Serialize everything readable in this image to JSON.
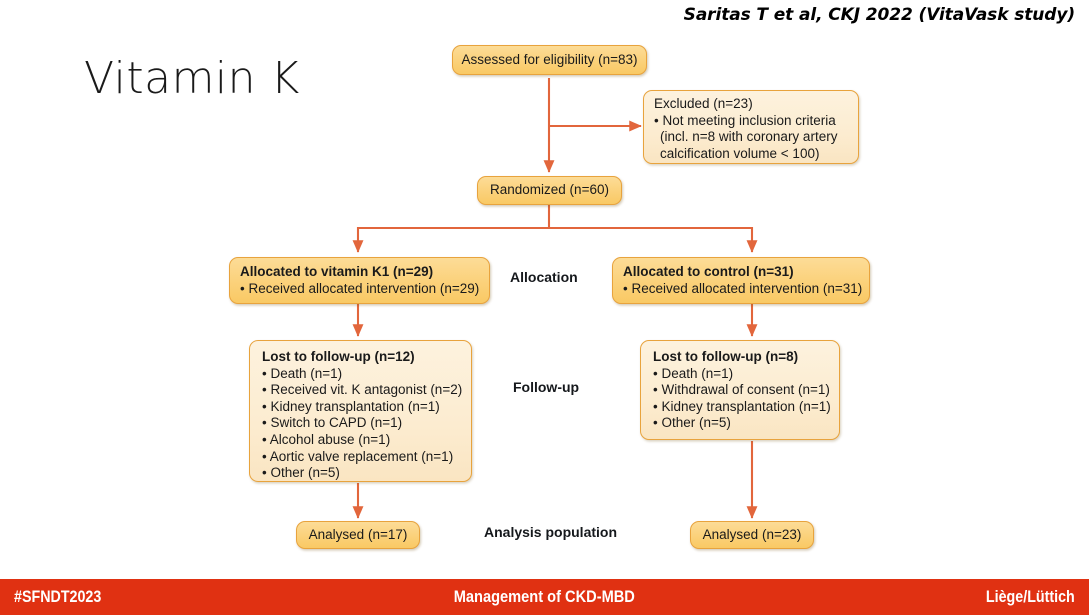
{
  "slide": {
    "citation": "Saritas T et al, CKJ 2022 (VitaVask study)",
    "title": "Vitamin K"
  },
  "colors": {
    "box_gold": "#fbd37c",
    "box_cream": "#fdeed5",
    "box_border": "#e8a33d",
    "connector": "#e2663c",
    "footer_bg": "#e03112",
    "footer_text": "#ffffff",
    "text": "#1a1a1a"
  },
  "flow": {
    "type": "consort-flow-diagram",
    "assessed": {
      "label": "Assessed for eligibility (n=83)",
      "n": 83
    },
    "excluded": {
      "heading": "Excluded (n=23)",
      "n": 23,
      "items": [
        "• Not meeting inclusion criteria",
        "(incl. n=8 with coronary artery",
        "calcification volume < 100)"
      ]
    },
    "randomized": {
      "label": "Randomized (n=60)",
      "n": 60
    },
    "allocation_left": {
      "heading": "Allocated to vitamin K1 (n=29)",
      "n": 29,
      "items": [
        "• Received allocated intervention (n=29)"
      ]
    },
    "allocation_right": {
      "heading": "Allocated to control (n=31)",
      "n": 31,
      "items": [
        "• Received allocated intervention (n=31)"
      ]
    },
    "followup_left": {
      "heading": "Lost to follow-up (n=12)",
      "n": 12,
      "items": [
        "• Death (n=1)",
        "• Received vit. K antagonist (n=2)",
        "• Kidney transplantation (n=1)",
        "• Switch to CAPD (n=1)",
        "• Alcohol abuse (n=1)",
        "• Aortic valve replacement (n=1)",
        "• Other (n=5)"
      ]
    },
    "followup_right": {
      "heading": "Lost to follow-up (n=8)",
      "n": 8,
      "items": [
        "• Death (n=1)",
        "• Withdrawal of consent (n=1)",
        "• Kidney transplantation (n=1)",
        "• Other (n=5)"
      ]
    },
    "analysed_left": {
      "label": "Analysed (n=17)",
      "n": 17
    },
    "analysed_right": {
      "label": "Analysed (n=23)",
      "n": 23
    },
    "stage_labels": {
      "allocation": "Allocation",
      "followup": "Follow-up",
      "analysis": "Analysis population"
    }
  },
  "footer": {
    "left": "#SFNDT2023",
    "middle": "Management of CKD-MBD",
    "right": "Liège/Lüttich"
  }
}
